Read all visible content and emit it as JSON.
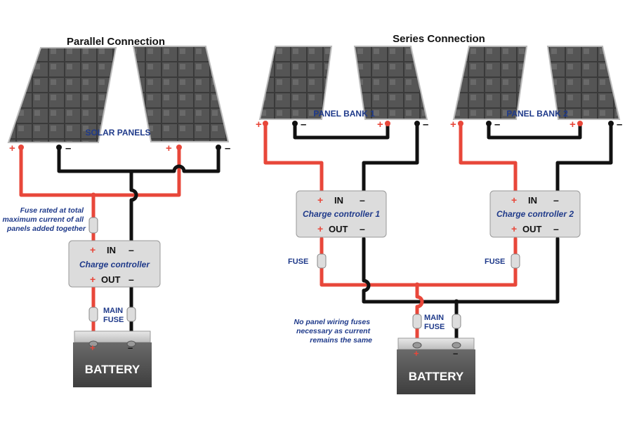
{
  "parallel": {
    "title": "Parallel Connection",
    "panels_label": "SOLAR PANELS",
    "fuse_note": [
      "Fuse rated at total",
      "maximum current of all",
      "panels added together"
    ],
    "controller": {
      "in": "IN",
      "out": "OUT",
      "label": "Charge controller"
    },
    "main_fuse": [
      "MAIN",
      "FUSE"
    ],
    "battery": "BATTERY"
  },
  "series": {
    "title": "Series Connection",
    "bank1": "PANEL BANK 1",
    "bank2": "PANEL BANK 2",
    "controller1": {
      "in": "IN",
      "out": "OUT",
      "label": "Charge controller 1"
    },
    "controller2": {
      "in": "IN",
      "out": "OUT",
      "label": "Charge controller 2"
    },
    "fuse1": "FUSE",
    "fuse2": "FUSE",
    "note": [
      "No panel wiring fuses",
      "necessary as current",
      "remains the same"
    ],
    "main_fuse": [
      "MAIN",
      "FUSE"
    ],
    "battery": "BATTERY"
  },
  "signs": {
    "plus": "+",
    "minus": "–"
  },
  "colors": {
    "positive_wire": "#e8473a",
    "negative_wire": "#111111",
    "label_blue": "#1f3a8a",
    "controller_fill": "#dcdcdc",
    "battery_body": "#5a5a5a"
  }
}
